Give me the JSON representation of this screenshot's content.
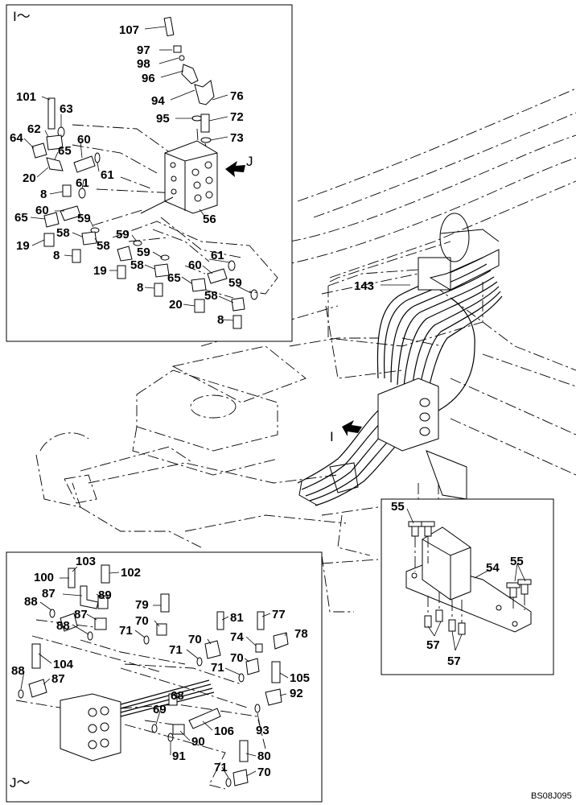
{
  "drawing_code": "BS08J095",
  "views": {
    "view_i": {
      "title": "I～"
    },
    "view_j": {
      "title": "J～"
    },
    "main_markers": {
      "i_marker": "I",
      "j_marker": "J"
    }
  },
  "callouts_view_i": [
    {
      "id": "107"
    },
    {
      "id": "97"
    },
    {
      "id": "98"
    },
    {
      "id": "96"
    },
    {
      "id": "94"
    },
    {
      "id": "76"
    },
    {
      "id": "95"
    },
    {
      "id": "72"
    },
    {
      "id": "73"
    },
    {
      "id": "101"
    },
    {
      "id": "63"
    },
    {
      "id": "62"
    },
    {
      "id": "64"
    },
    {
      "id": "65"
    },
    {
      "id": "60"
    },
    {
      "id": "20"
    },
    {
      "id": "61"
    },
    {
      "id": "61"
    },
    {
      "id": "8"
    },
    {
      "id": "60"
    },
    {
      "id": "65"
    },
    {
      "id": "59"
    },
    {
      "id": "56"
    },
    {
      "id": "19"
    },
    {
      "id": "58"
    },
    {
      "id": "58"
    },
    {
      "id": "59"
    },
    {
      "id": "8"
    },
    {
      "id": "59"
    },
    {
      "id": "19"
    },
    {
      "id": "58"
    },
    {
      "id": "61"
    },
    {
      "id": "60"
    },
    {
      "id": "8"
    },
    {
      "id": "65"
    },
    {
      "id": "59"
    },
    {
      "id": "58"
    },
    {
      "id": "20"
    },
    {
      "id": "8"
    }
  ],
  "callouts_main": [
    {
      "id": "143"
    },
    {
      "id": "55"
    },
    {
      "id": "55"
    },
    {
      "id": "54"
    },
    {
      "id": "57"
    },
    {
      "id": "57"
    }
  ],
  "callouts_view_j": [
    {
      "id": "103"
    },
    {
      "id": "100"
    },
    {
      "id": "102"
    },
    {
      "id": "87"
    },
    {
      "id": "89"
    },
    {
      "id": "88"
    },
    {
      "id": "79"
    },
    {
      "id": "87"
    },
    {
      "id": "81"
    },
    {
      "id": "77"
    },
    {
      "id": "88"
    },
    {
      "id": "70"
    },
    {
      "id": "71"
    },
    {
      "id": "74"
    },
    {
      "id": "78"
    },
    {
      "id": "70"
    },
    {
      "id": "71"
    },
    {
      "id": "70"
    },
    {
      "id": "88"
    },
    {
      "id": "104"
    },
    {
      "id": "71"
    },
    {
      "id": "105"
    },
    {
      "id": "87"
    },
    {
      "id": "68"
    },
    {
      "id": "92"
    },
    {
      "id": "69"
    },
    {
      "id": "106"
    },
    {
      "id": "93"
    },
    {
      "id": "90"
    },
    {
      "id": "91"
    },
    {
      "id": "80"
    },
    {
      "id": "71"
    },
    {
      "id": "70"
    }
  ]
}
